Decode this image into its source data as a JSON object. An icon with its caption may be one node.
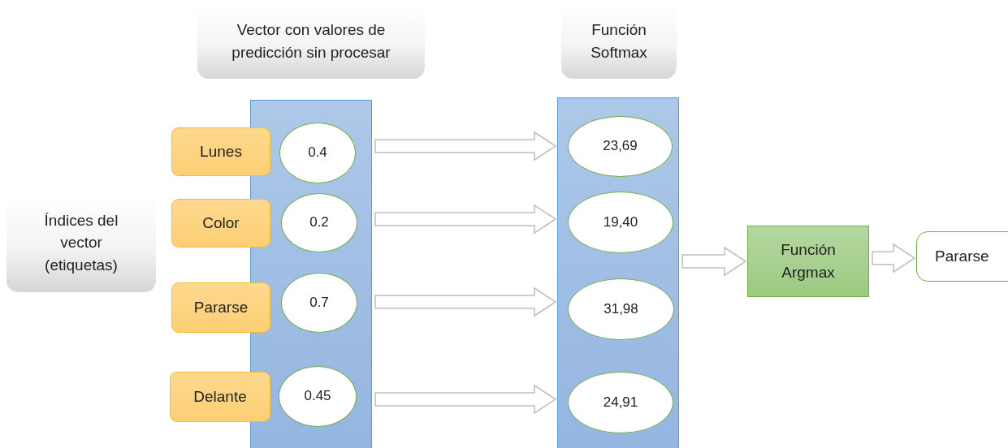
{
  "diagram": {
    "nodes": [
      {
        "text": [
          "Vector con valores de predicción sin procesar"
        ]
      },
      {
        "text": [
          "Función Softmax"
        ]
      },
      {
        "text": [
          "Índices del vector (etiquetas)"
        ]
      },
      {
        "text": [],
        "shape": "box"
      },
      {
        "text": [
          "Lunes"
        ]
      },
      {
        "text": [
          "Color"
        ]
      },
      {
        "text": [
          "Pararse"
        ]
      },
      {
        "text": [
          "Delante"
        ]
      },
      {
        "text": [
          "0.4"
        ],
        "in": 3
      },
      {
        "text": [
          "0.2"
        ],
        "in": 3
      },
      {
        "text": [
          "0.7"
        ],
        "in": 3
      },
      {
        "text": [
          "0.45"
        ],
        "in": 3
      },
      {
        "text": [],
        "shape": "box"
      },
      {
        "text": [
          "23,69"
        ],
        "in": 12
      },
      {
        "text": [
          "19,40"
        ],
        "in": 12
      },
      {
        "text": [
          "31,98"
        ],
        "in": 12
      },
      {
        "text": [
          "24,91"
        ],
        "in": 12
      },
      {
        "text": [
          "Función Argmax"
        ]
      },
      {
        "text": [
          "Pararse"
        ]
      }
    ],
    "edges": [
      {
        "from": 3,
        "to": 12,
        "arrow": "to"
      },
      {
        "from": 3,
        "to": 12,
        "arrow": "to"
      },
      {
        "from": 3,
        "to": 12,
        "arrow": "to"
      },
      {
        "from": 3,
        "to": 12,
        "arrow": "to"
      },
      {
        "from": 12,
        "to": 17,
        "arrow": "to"
      },
      {
        "from": 17,
        "to": 18,
        "arrow": "to"
      }
    ]
  }
}
